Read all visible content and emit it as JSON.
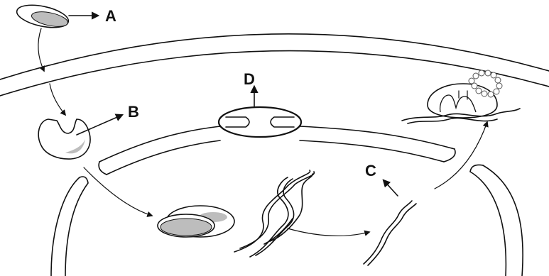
{
  "labels": {
    "a": "A",
    "b": "B",
    "c": "C",
    "d": "D"
  },
  "colors": {
    "line": "#111111",
    "shade": "#bdbdbd",
    "fill": "#ffffff"
  }
}
